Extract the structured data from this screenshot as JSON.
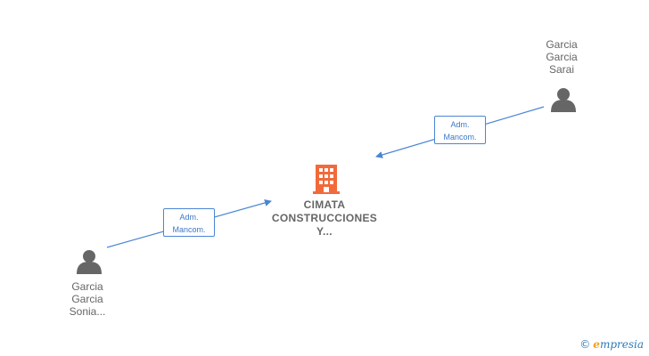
{
  "nodes": {
    "person_top": {
      "lines": [
        "Garcia",
        "Garcia",
        "Sarai"
      ]
    },
    "person_bottom": {
      "lines": [
        "Garcia",
        "Garcia",
        "Sonia..."
      ]
    },
    "company": {
      "lines": [
        "CIMATA",
        "CONSTRUCCIONES",
        "Y..."
      ]
    }
  },
  "edges": {
    "top": {
      "lines": [
        "Adm.",
        "Mancom."
      ]
    },
    "bottom": {
      "lines": [
        "Adm.",
        "Mancom."
      ]
    }
  },
  "colors": {
    "edge": "#4a86d4",
    "person_icon": "#666666",
    "company_icon": "#f26a3a"
  },
  "watermark": {
    "symbol": "©",
    "brand_initial": "e",
    "brand_rest": "mpresia"
  }
}
